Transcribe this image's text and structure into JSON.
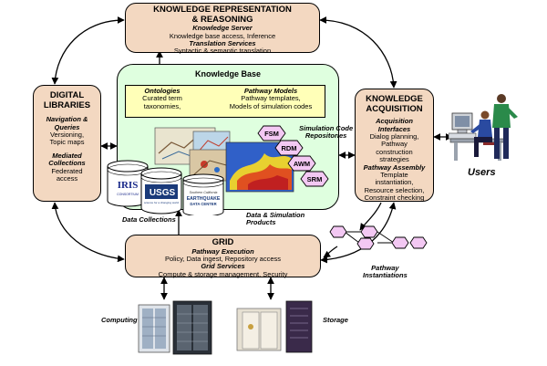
{
  "colors": {
    "box_fill": "#f3d8c1",
    "kb_fill": "#dfffdf",
    "ontology_fill": "#ffffb8",
    "hexagon_fill": "#f3c8f3"
  },
  "kr": {
    "title_line1": "KNOWLEDGE REPRESENTATION",
    "title_line2": "& REASONING",
    "knowledge_server": "Knowledge Server",
    "knowledge_server_desc": "Knowledge base access, Inference",
    "translation_services": "Translation Services",
    "translation_services_desc": "Syntactic & semantic translation"
  },
  "dl": {
    "title_line1": "DIGITAL",
    "title_line2": "LIBRARIES",
    "nav_line1": "Navigation &",
    "nav_line2": "Queries",
    "nav_desc1": "Versioning,",
    "nav_desc2": "Topic maps",
    "mediated_line1": "Mediated",
    "mediated_line2": "Collections",
    "mediated_desc1": "Federated",
    "mediated_desc2": "access"
  },
  "ka": {
    "title_line1": "KNOWLEDGE",
    "title_line2": "ACQUISITION",
    "acq_line1": "Acquisition",
    "acq_line2": "Interfaces",
    "acq_desc": [
      "Dialog planning,",
      "Pathway",
      "construction",
      "strategies"
    ],
    "pathway_assembly": "Pathway Assembly",
    "pa_desc": [
      "Template",
      "instantiation,",
      "Resource selection,",
      "Constraint checking"
    ]
  },
  "kb": {
    "title": "Knowledge Base",
    "ontologies": "Ontologies",
    "ontologies_desc1": "Curated term",
    "ontologies_desc2": "taxonomies,",
    "pathway_models": "Pathway Models",
    "pathway_models_desc1": "Pathway templates,",
    "pathway_models_desc2": "Models of simulation codes",
    "sim_code_line1": "Simulation Code",
    "sim_code_line2": "Repositories",
    "hexagons": [
      "FSM",
      "RDM",
      "AWM",
      "SRM"
    ],
    "data_collections": "Data Collections",
    "data_sim_line1": "Data & Simulation",
    "data_sim_line2": "Products",
    "db_iris": "IRIS",
    "db_iris_sub": "CONSORTIUM",
    "db_usgs": "USGS",
    "db_usgs_sub": "science for a changing world",
    "db_scec1": "Southern California",
    "db_scec2": "EARTHQUAKE",
    "db_scec3": "DATA CENTER"
  },
  "grid": {
    "title": "GRID",
    "pathway_execution": "Pathway Execution",
    "pathway_execution_desc": "Policy, Data ingest, Repository access",
    "grid_services": "Grid Services",
    "grid_services_desc": "Compute & storage management, Security"
  },
  "users_label": "Users",
  "pathway_inst_line1": "Pathway",
  "pathway_inst_line2": "Instantiations",
  "computing_label": "Computing",
  "storage_label": "Storage"
}
